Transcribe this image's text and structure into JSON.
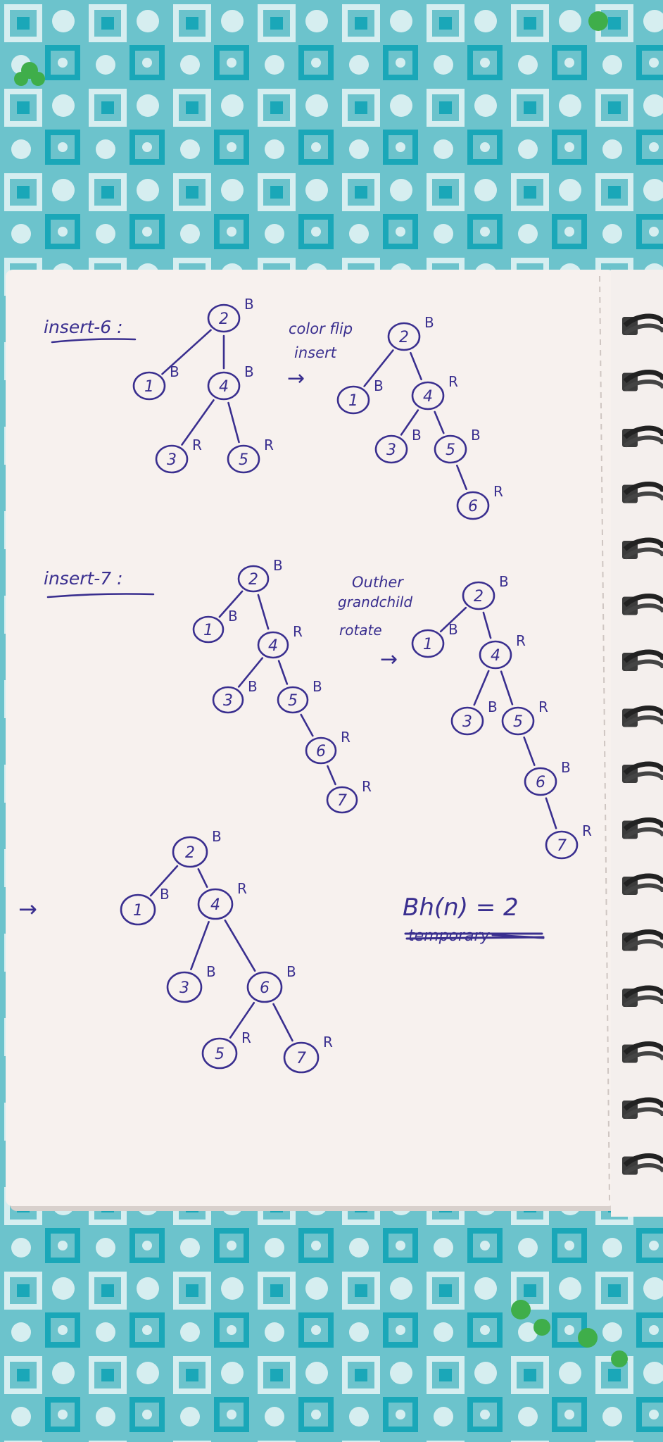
{
  "colors": {
    "ink": "#3a2f8f",
    "paper": "#f7f1ee",
    "cloth_teal": "#1aa7b8",
    "cloth_light": "#cfe9ea",
    "cloth_green": "#3fae4a"
  },
  "section1": {
    "heading": "insert-6 :",
    "annotation_line1": "color flip",
    "annotation_line2": "insert",
    "arrow": "→"
  },
  "section2": {
    "heading": "insert-7 :",
    "annotation_line1": "Outher",
    "annotation_line2": "grandchild",
    "annotation_line3": "rotate",
    "arrow": "→"
  },
  "section3": {
    "arrow": "→",
    "formula": "Bh(n) = 2",
    "struck_text": "temporary"
  },
  "trees": {
    "t1": [
      {
        "key": "2",
        "color": "B"
      },
      {
        "key": "1",
        "color": "B"
      },
      {
        "key": "4",
        "color": "B"
      },
      {
        "key": "3",
        "color": "R"
      },
      {
        "key": "5",
        "color": "R"
      }
    ],
    "t2": [
      {
        "key": "2",
        "color": "B"
      },
      {
        "key": "1",
        "color": "B"
      },
      {
        "key": "4",
        "color": "R"
      },
      {
        "key": "3",
        "color": "B"
      },
      {
        "key": "5",
        "color": "B"
      },
      {
        "key": "6",
        "color": "R"
      }
    ],
    "t3": [
      {
        "key": "2",
        "color": "B"
      },
      {
        "key": "1",
        "color": "B"
      },
      {
        "key": "4",
        "color": "R"
      },
      {
        "key": "3",
        "color": "B"
      },
      {
        "key": "5",
        "color": "B"
      },
      {
        "key": "6",
        "color": "R"
      },
      {
        "key": "7",
        "color": "R"
      }
    ],
    "t4": [
      {
        "key": "2",
        "color": "B"
      },
      {
        "key": "1",
        "color": "B"
      },
      {
        "key": "4",
        "color": "R"
      },
      {
        "key": "3",
        "color": "B"
      },
      {
        "key": "5",
        "color": "R"
      },
      {
        "key": "6",
        "color": "B"
      },
      {
        "key": "7",
        "color": "R"
      }
    ],
    "t5": [
      {
        "key": "2",
        "color": "B"
      },
      {
        "key": "1",
        "color": "B"
      },
      {
        "key": "4",
        "color": "R"
      },
      {
        "key": "3",
        "color": "B"
      },
      {
        "key": "6",
        "color": "B"
      },
      {
        "key": "5",
        "color": "R"
      },
      {
        "key": "7",
        "color": "R"
      }
    ]
  }
}
